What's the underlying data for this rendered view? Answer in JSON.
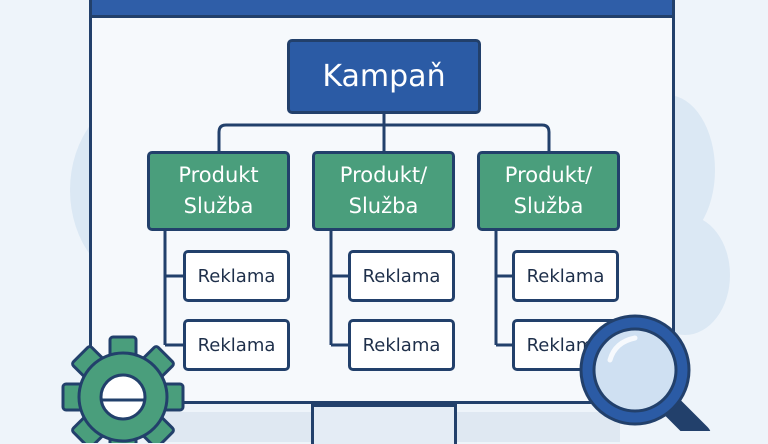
{
  "root": {
    "label": "Kampaň"
  },
  "products": [
    {
      "label": "Produkt\nSlužba",
      "ads": [
        "Reklama",
        "Reklama"
      ]
    },
    {
      "label": "Produkt/\nSlužba",
      "ads": [
        "Reklama",
        "Reklama"
      ]
    },
    {
      "label": "Produkt/\nSlužba",
      "ads": [
        "Reklama",
        "Reklama"
      ]
    }
  ],
  "icons": {
    "settings": "gear-icon",
    "search": "magnifier-icon"
  },
  "colors": {
    "root": "#2b5ba5",
    "product": "#4a9e7c",
    "outline": "#22406b",
    "gear": "#4a9e7c"
  }
}
